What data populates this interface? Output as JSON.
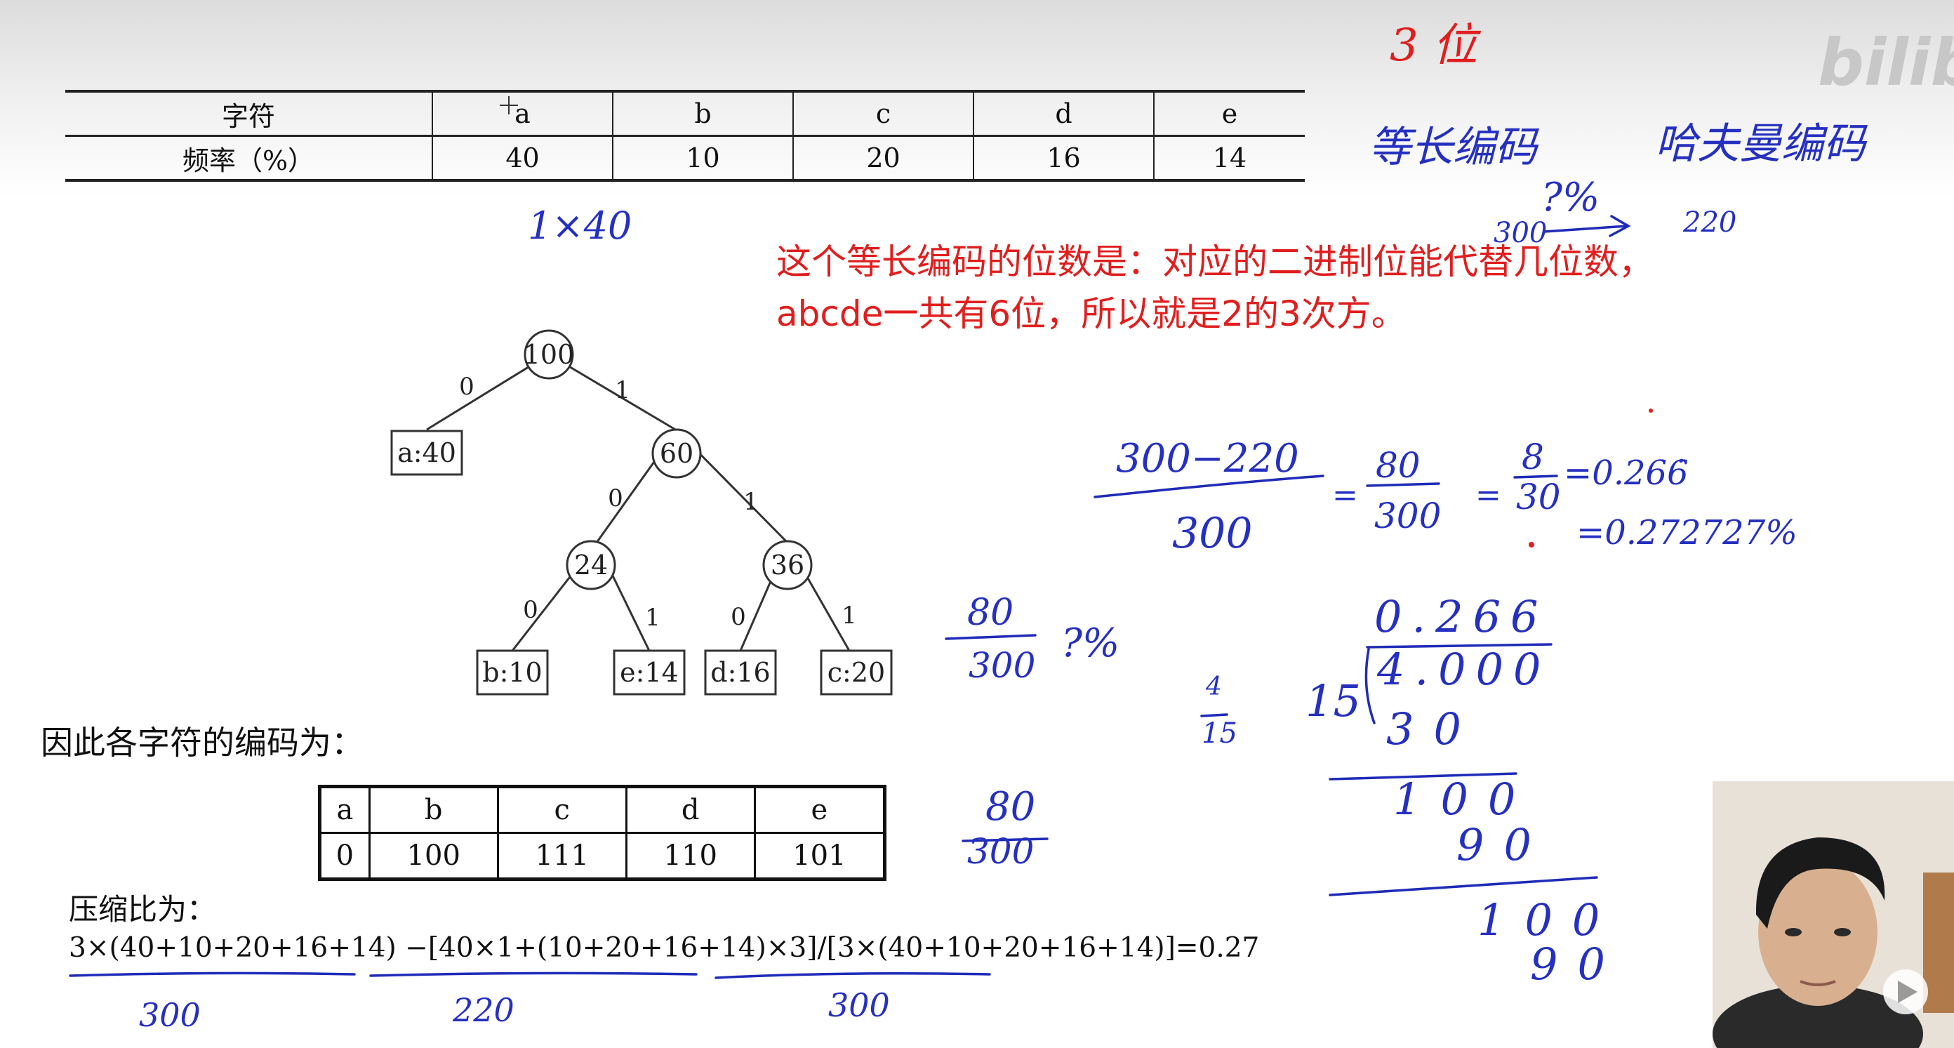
{
  "freq_table": {
    "headers": [
      "字符",
      "a",
      "b",
      "c",
      "d",
      "e"
    ],
    "values": [
      "频率（%）",
      "40",
      "10",
      "20",
      "16",
      "14"
    ]
  },
  "red_note": {
    "line1": "这个等长编码的位数是：对应的二进制位能代替几位数，",
    "line2": "abcde一共有6位，所以就是2的3次方。"
  },
  "tree": {
    "root": "100",
    "n60": "60",
    "n24": "24",
    "n36": "36",
    "leaves": [
      "a:40",
      "b:10",
      "e:14",
      "d:16",
      "c:20"
    ],
    "edge_labels": [
      "0",
      "1",
      "0",
      "1",
      "0",
      "1",
      "0",
      "1"
    ]
  },
  "encoding_title": "因此各字符的编码为：",
  "codes_table": {
    "headers": [
      "a",
      "b",
      "c",
      "d",
      "e"
    ],
    "values": [
      "0",
      "100",
      "111",
      "110",
      "101"
    ]
  },
  "compression": {
    "label": "压缩比为：",
    "formula": "3×(40+10+20+16+14) −[40×1+(10+20+16+14)×3]/[3×(40+10+20+16+14)]=0.27"
  },
  "handwriting": {
    "three_bits": "3 位",
    "fixed_length": "等长编码",
    "huffman": "哈夫曼编码",
    "percent": "?%",
    "v300": "300",
    "v220": "220",
    "one_x40": "1×40",
    "frac_top": "300−220",
    "frac_bottom": "300",
    "eq1_top": "80",
    "eq1_bottom": "300",
    "eq2_top": "8",
    "eq2_bottom": "30",
    "result1": "=0.266̇",
    "result2": "=0.272727%",
    "left_frac_top": "80",
    "left_frac_bottom": "300",
    "left_percent": "?%",
    "left_frac2_top": "80",
    "left_frac2_bottom": "300",
    "four_fifteen_top": "4",
    "four_fifteen_bottom": "15",
    "div_quotient": "0.266",
    "div_divisor": "15",
    "div_dividend": "4.000",
    "div_row1": "30",
    "div_row2": "100",
    "div_row3": "90",
    "div_row4": "100",
    "div_row5": "90",
    "under1": "300",
    "under2": "220",
    "under3": "300"
  },
  "watermark": "bilibili"
}
